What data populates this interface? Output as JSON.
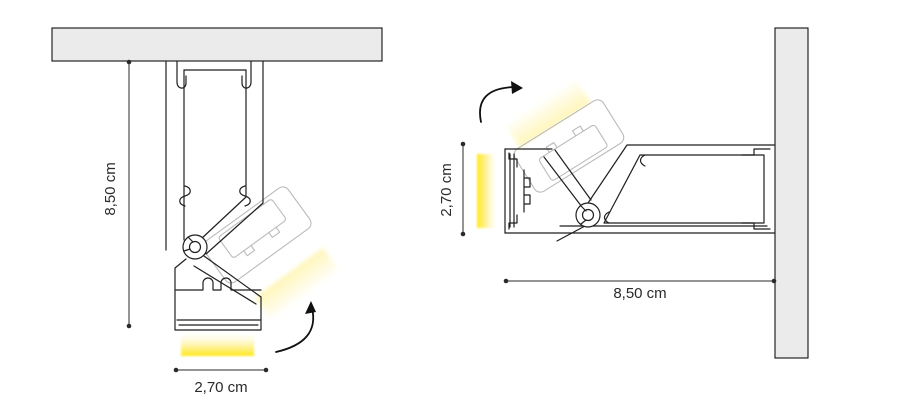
{
  "left_diagram": {
    "height_dimension": "8,50 cm",
    "width_dimension": "2,70 cm"
  },
  "right_diagram": {
    "height_dimension": "2,70 cm",
    "width_dimension": "8,50 cm"
  },
  "icons": {
    "left_rotation_arrow": "curved-rotation-arrow-ccw",
    "right_rotation_arrow": "curved-rotation-arrow-cw"
  },
  "colors": {
    "surface_fill": "#ebebeb",
    "profile_stroke": "#1f1f1f",
    "ghost_stroke": "#bbbbbb",
    "glow_strong": "#ffe716",
    "glow_mid": "#fff3a6",
    "glow_faint": "#fffdf0",
    "dimension_ink": "#2a2a2a"
  }
}
